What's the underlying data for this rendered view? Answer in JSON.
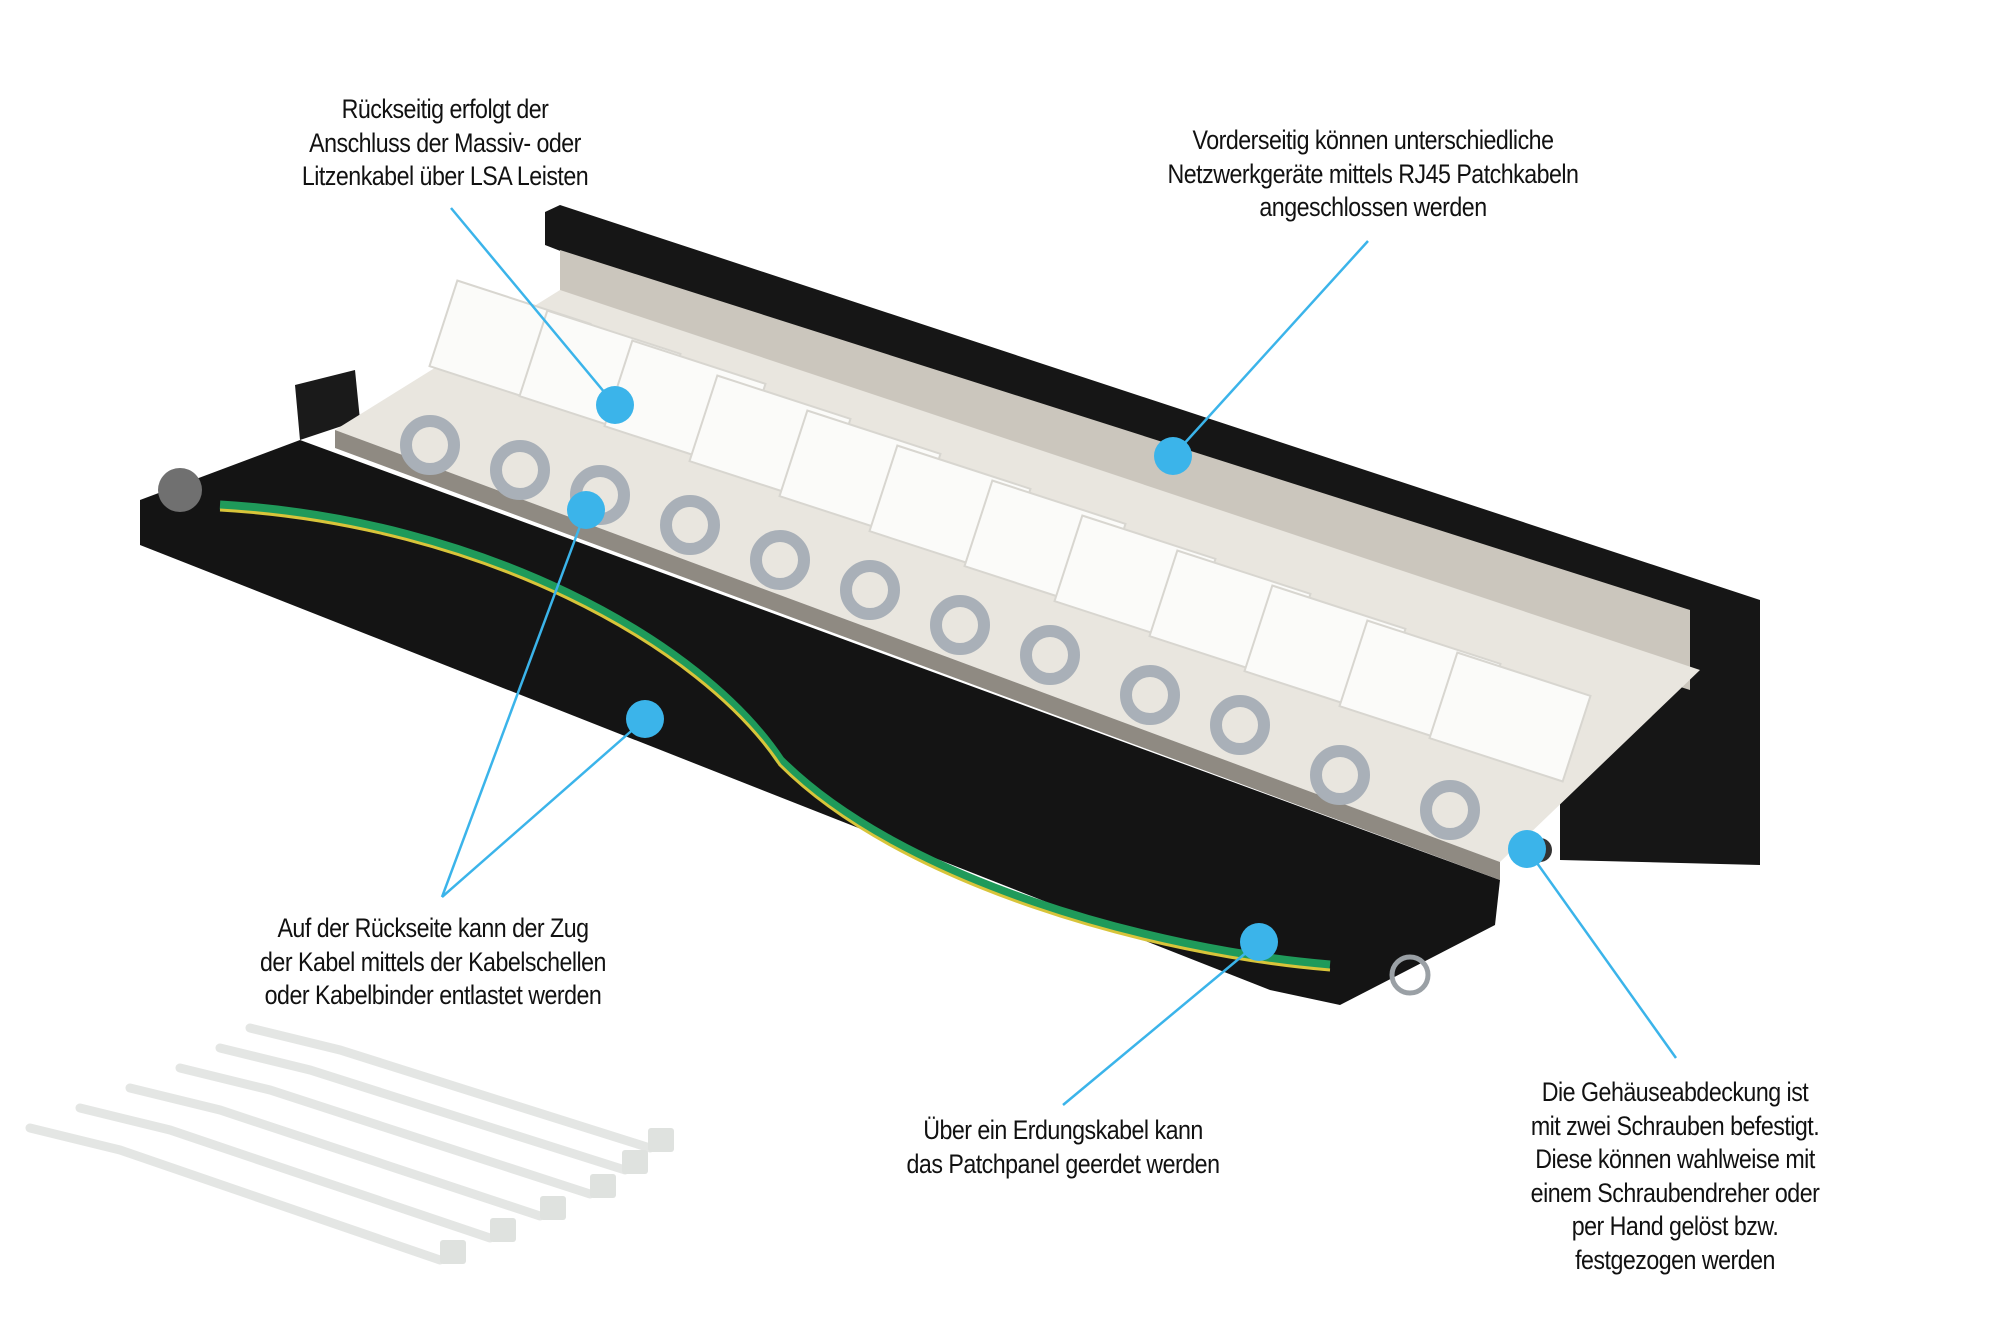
{
  "colors": {
    "accent": "#3bb4ea",
    "tray": "#141414",
    "board": "#e9e6df",
    "lsa_block": "#fbfbf9",
    "ground_cable_green": "#1f9a5a",
    "ground_cable_yellow": "#d8c43a"
  },
  "callouts": {
    "rear_lsa": {
      "lines": [
        "Rückseitig erfolgt der",
        "Anschluss der Massiv- oder",
        "Litzenkabel über LSA Leisten"
      ]
    },
    "front_rj45": {
      "lines": [
        "Vorderseitig können unterschiedliche",
        "Netzwerkgeräte mittels RJ45 Patchkabeln",
        "angeschlossen werden"
      ]
    },
    "strain_relief": {
      "lines": [
        "Auf der Rückseite kann der Zug",
        "der Kabel mittels der Kabelschellen",
        "oder Kabelbinder entlastet werden"
      ]
    },
    "grounding": {
      "lines": [
        "Über ein Erdungskabel kann",
        "das Patchpanel geerdet werden"
      ]
    },
    "housing_cover": {
      "lines": [
        "Die Gehäuseabdeckung ist",
        "mit zwei Schrauben befestigt.",
        "Diese können wahlweise mit",
        "einem Schraubendreher oder",
        "per Hand gelöst bzw.",
        "festgezogen werden"
      ]
    }
  }
}
